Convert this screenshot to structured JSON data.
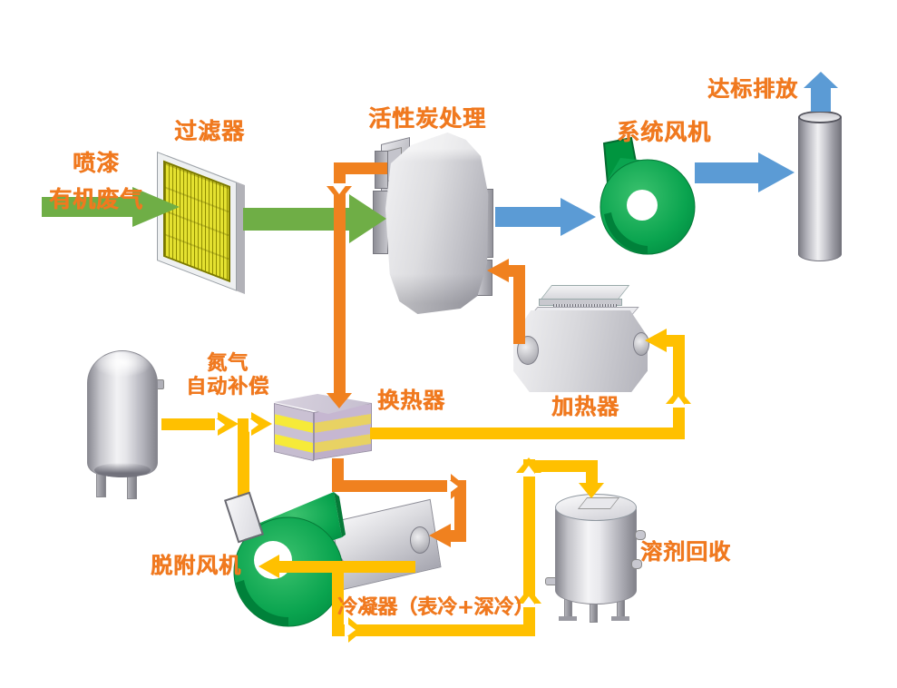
{
  "labels": {
    "inlet_line1": "喷漆",
    "inlet_line2": "有机废气",
    "filter": "过滤器",
    "activated_carbon": "活性炭处理",
    "system_fan": "系统风机",
    "discharge": "达标排放",
    "nitrogen_line1": "氮气",
    "nitrogen_line2": "自动补偿",
    "heat_exchanger": "换热器",
    "heater": "加热器",
    "desorption_fan": "脱附风机",
    "condenser": "冷凝器（表冷+深冷）",
    "solvent_recovery": "溶剂回收"
  },
  "colors": {
    "label": "#F0791F",
    "orange": "#F0811F",
    "yellow": "#FFC000",
    "green": "#6FAE46",
    "blue": "#5B9BD5",
    "fan": "#0AA44F"
  }
}
